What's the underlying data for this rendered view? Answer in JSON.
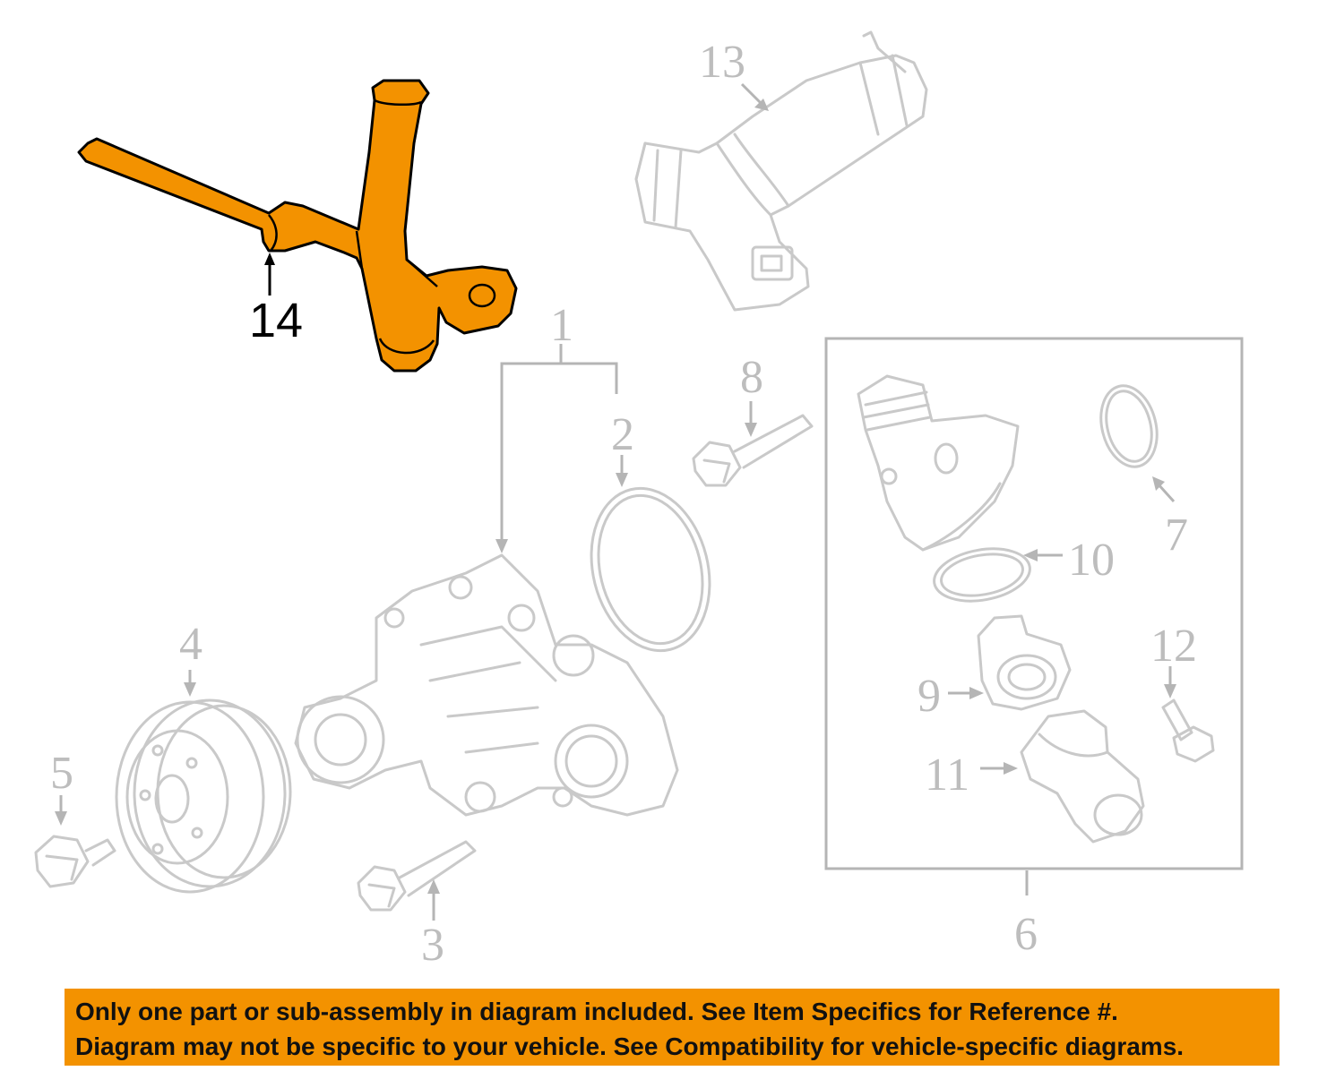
{
  "callouts": {
    "c1": "1",
    "c2": "2",
    "c3": "3",
    "c4": "4",
    "c5": "5",
    "c6": "6",
    "c7": "7",
    "c8": "8",
    "c9": "9",
    "c10": "10",
    "c11": "11",
    "c12": "12",
    "c13": "13",
    "c14": "14"
  },
  "notice": {
    "line1": "Only one part or sub-assembly in diagram included. See Item Specifics for Reference #.",
    "line2": "Diagram may not be specific to your vehicle. See Compatibility for vehicle-specific diagrams."
  },
  "colors": {
    "highlight": "#f39200",
    "linework": "#c9c9c9",
    "banner": "#f39200"
  }
}
